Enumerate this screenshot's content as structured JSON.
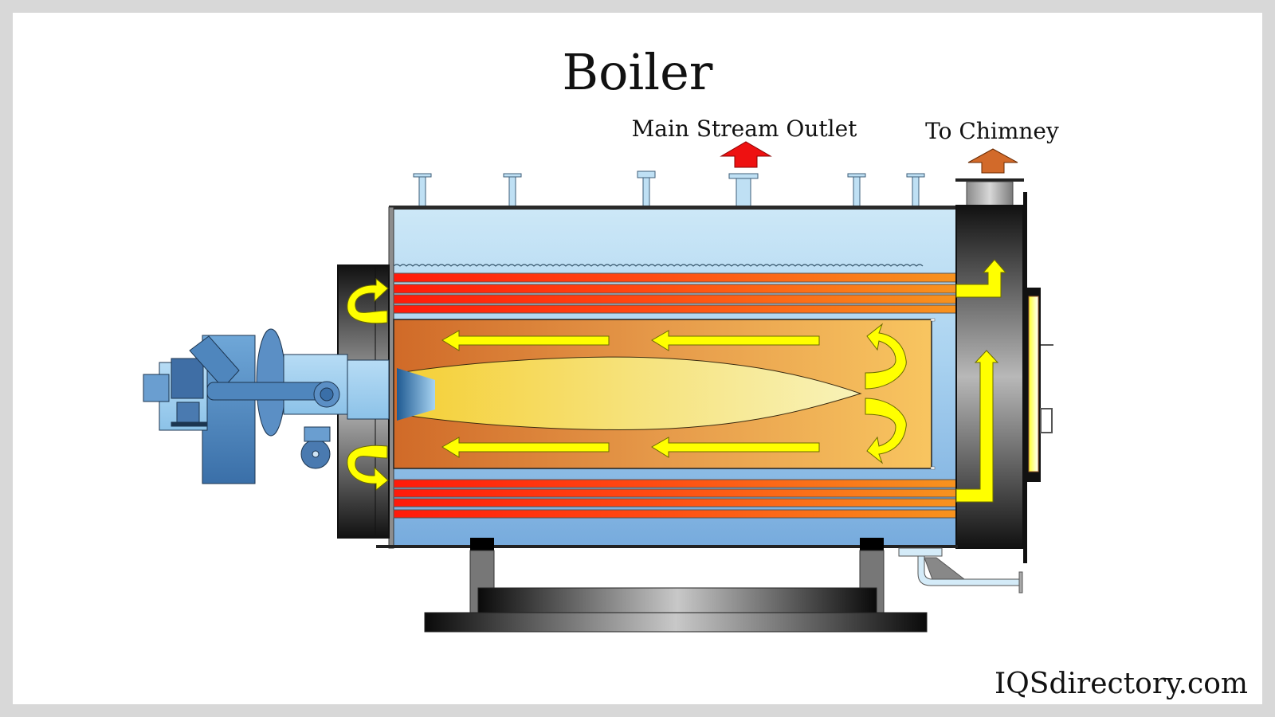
{
  "diagram": {
    "title": "Boiler",
    "labels": {
      "steam_outlet": "Main Stream Outlet",
      "chimney": "To Chimney"
    },
    "watermark": "IQSdirectory.com",
    "colors": {
      "frame": "#d8d8d8",
      "water_top": "#c6e4f5",
      "water_bottom": "#7fb2e0",
      "tube_hot": "#ff1a0a",
      "tube_warm": "#f7931e",
      "furnace_left": "#d2702a",
      "furnace_right": "#f8c25e",
      "flame": "#f6d84a",
      "flow_arrow": "#ffff00",
      "steam_arrow": "#ee1111",
      "chimney_arrow": "#d26a2a",
      "burner": "#4f86bd"
    },
    "components": [
      "burner",
      "front-smoke-box",
      "water-shell",
      "fire-tubes",
      "furnace",
      "flame",
      "rear-smoke-box",
      "chimney-outlet",
      "steam-outlet",
      "support-saddles",
      "base-skid",
      "drain-pipe"
    ]
  }
}
